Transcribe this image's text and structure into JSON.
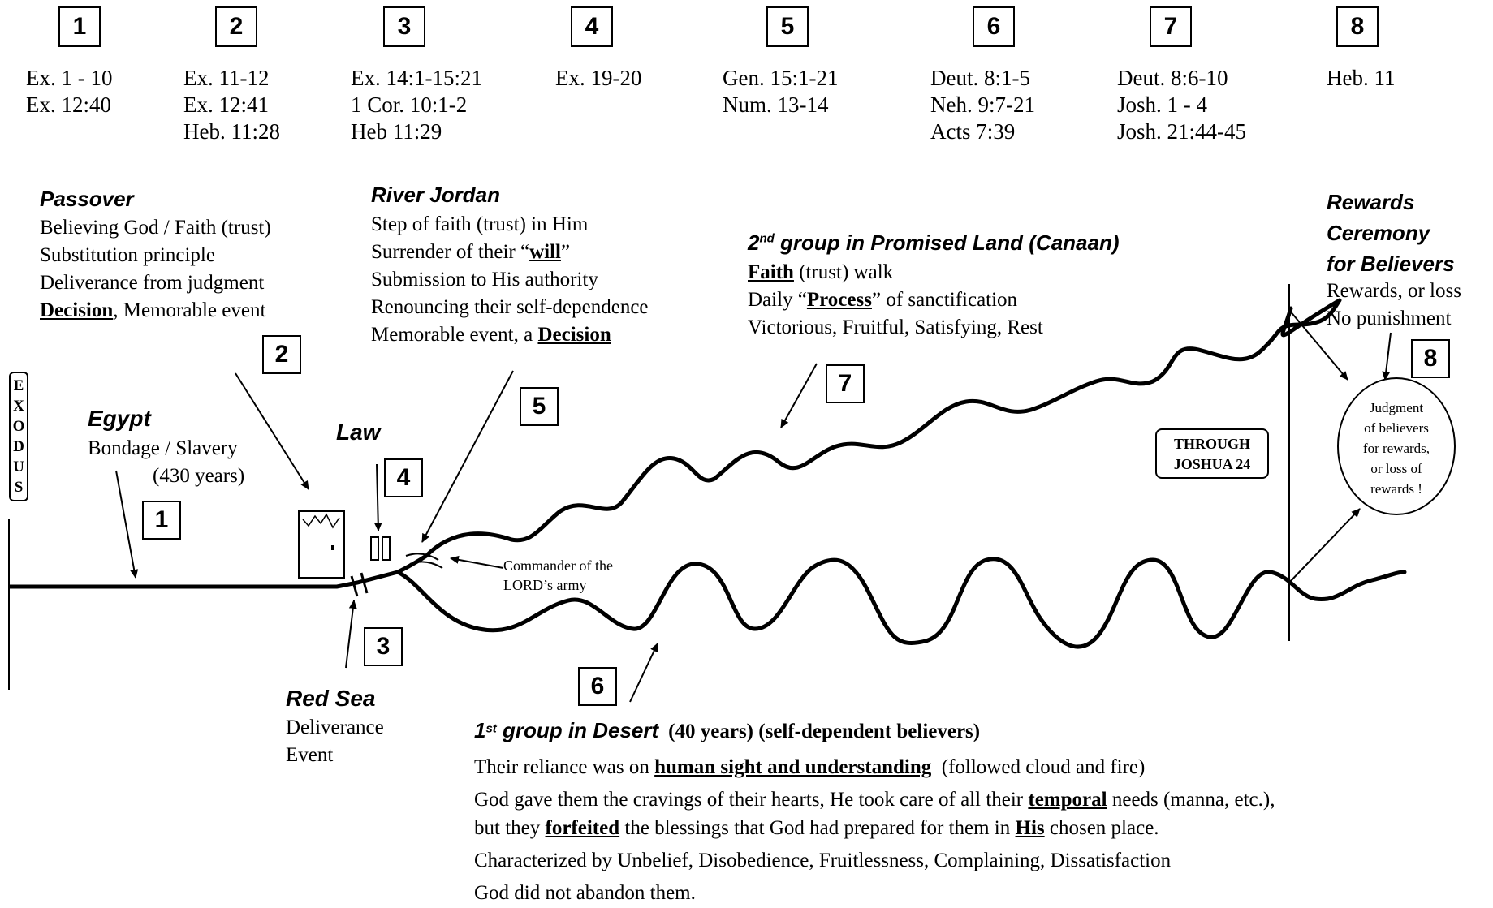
{
  "stages": [
    {
      "num": "1",
      "refs": [
        "Ex. 1 - 10",
        "Ex. 12:40"
      ]
    },
    {
      "num": "2",
      "refs": [
        "Ex. 11-12",
        "Ex. 12:41",
        "Heb. 11:28"
      ]
    },
    {
      "num": "3",
      "refs": [
        "Ex. 14:1-15:21",
        "1 Cor. 10:1-2",
        "Heb 11:29"
      ]
    },
    {
      "num": "4",
      "refs": [
        "Ex. 19-20"
      ]
    },
    {
      "num": "5",
      "refs": [
        "Gen. 15:1-21",
        "Num. 13-14"
      ]
    },
    {
      "num": "6",
      "refs": [
        "Deut. 8:1-5",
        "Neh. 9:7-21",
        "Acts 7:39"
      ]
    },
    {
      "num": "7",
      "refs": [
        "Deut. 8:6-10",
        "Josh. 1 - 4",
        "Josh. 21:44-45"
      ]
    },
    {
      "num": "8",
      "refs": [
        "Heb. 11"
      ]
    }
  ],
  "exodus_label": [
    "E",
    "X",
    "O",
    "D",
    "U",
    "S"
  ],
  "passover": {
    "title": "Passover",
    "lines": [
      "Believing God / Faith (trust)",
      "Substitution principle",
      "Deliverance from judgment"
    ],
    "decision": "Decision",
    "decision_rest": ", Memorable event"
  },
  "egypt": {
    "title": "Egypt",
    "line1": "Bondage / Slavery",
    "line2": "(430 years)"
  },
  "law": {
    "title": "Law"
  },
  "river_jordan": {
    "title": "River Jordan",
    "line1": "Step of faith (trust) in Him",
    "line2_pre": "Surrender of their “",
    "line2_ul": "will",
    "line2_post": "”",
    "line3": "Submission to His authority",
    "line4": "Renouncing their self-dependence",
    "line5_pre": "Memorable event, a ",
    "line5_ul": "Decision"
  },
  "promised_land": {
    "title_num": "2",
    "title_sup": "nd",
    "title_rest": " group in Promised Land (Canaan)",
    "line1_ul": "Faith",
    "line1_rest": " (trust) walk",
    "line2_pre": "Daily “",
    "line2_ul": "Process",
    "line2_post": "” of sanctification",
    "line3": "Victorious, Fruitful, Satisfying, Rest"
  },
  "rewards": {
    "title": [
      "Rewards",
      "Ceremony",
      "for Believers"
    ],
    "line1": "Rewards, or loss",
    "line2": "No punishment"
  },
  "judgment_circle": [
    "Judgment",
    "of believers",
    "for rewards,",
    "or loss of",
    "rewards !"
  ],
  "through_label": [
    "THROUGH",
    "JOSHUA 24"
  ],
  "commander": [
    "Commander of the",
    "LORD’s army"
  ],
  "red_sea": {
    "title": "Red Sea",
    "line1": "Deliverance",
    "line2": "Event"
  },
  "desert": {
    "title_num": "1",
    "title_sup": "st",
    "title_rest": " group in Desert",
    "title_extra": "(40 years) (self-dependent believers)",
    "line1_pre": "Their reliance was on ",
    "line1_ul": "human sight and understanding",
    "line1_post": "  (followed cloud and fire)",
    "line2_pre": "God gave them the cravings of their hearts, He took care of all their ",
    "line2_ul": "temporal",
    "line2_post": " needs (manna, etc.),",
    "line3_pre": "but they ",
    "line3_ul1": "forfeited",
    "line3_mid": " the blessings that God had prepared for them in ",
    "line3_ul2": "His",
    "line3_post": " chosen place.",
    "line4": "Characterized by Unbelief, Disobedience, Fruitlessness, Complaining, Dissatisfaction",
    "line5": "God did not abandon them."
  }
}
